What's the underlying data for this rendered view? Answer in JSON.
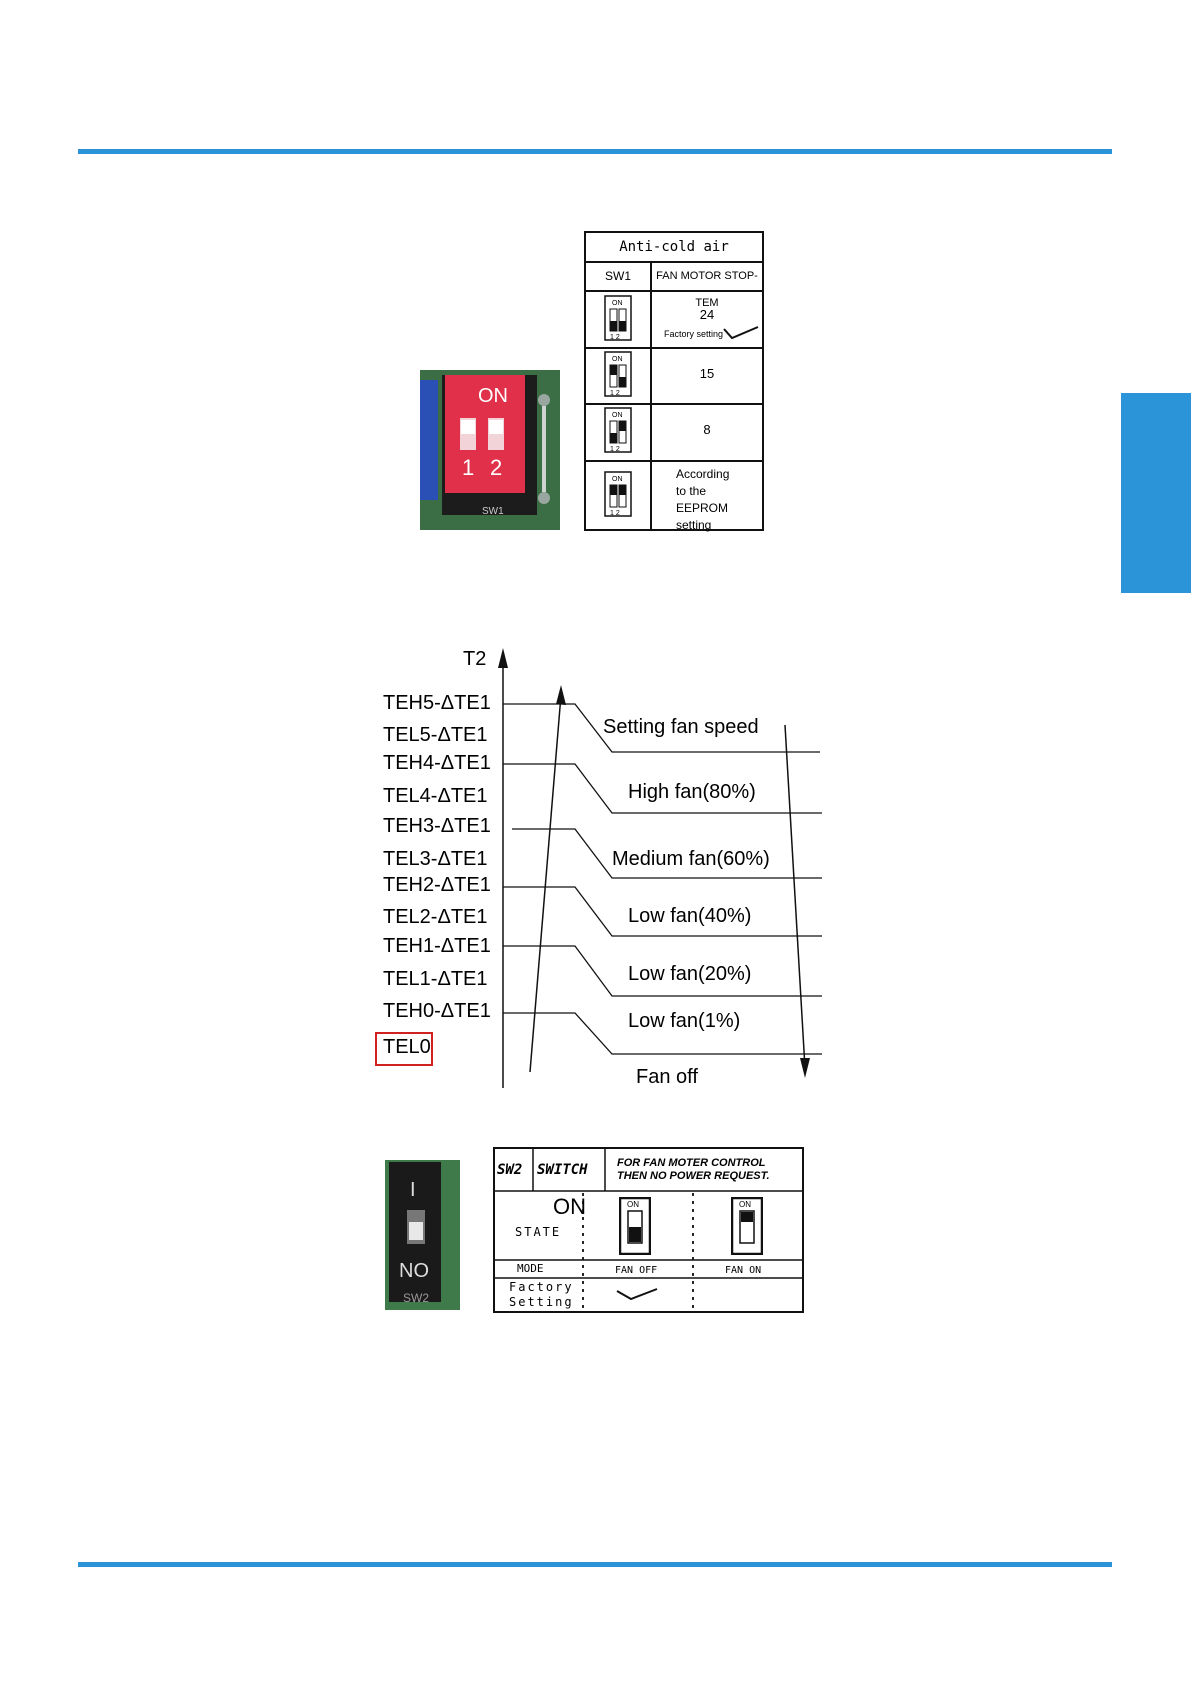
{
  "colors": {
    "accent_blue": "#2b93d8",
    "highlight_red": "#d02020",
    "switch_red": "#e0304a"
  },
  "sw1_photo": {
    "on_label": "ON",
    "pin1": "1",
    "pin2": "2",
    "board_label": "SW1"
  },
  "sw1_table": {
    "title": "Anti-cold air",
    "col_switch": "SW1",
    "col_temp": "FAN MOTOR STOP-TEM",
    "dip_on": "ON",
    "dip_pins": "1 2",
    "rows": [
      {
        "value": "24",
        "note": "Factory setting"
      },
      {
        "value": "15"
      },
      {
        "value": "8"
      },
      {
        "value_lines": [
          "According",
          "to the",
          "EEPROM",
          "setting"
        ]
      }
    ]
  },
  "fan_chart": {
    "y_axis_label": "T2",
    "left_labels": [
      "TEH5-ΔTE1",
      "TEL5-ΔTE1",
      "TEH4-ΔTE1",
      "TEL4-ΔTE1",
      "TEH3-ΔTE1",
      "TEL3-ΔTE1",
      "TEH2-ΔTE1",
      "TEL2-ΔTE1",
      "TEH1-ΔTE1",
      "TEL1-ΔTE1",
      "TEH0-ΔTE1"
    ],
    "highlighted_label": "TEL0",
    "speed_labels": [
      "Setting fan speed",
      "High fan(80%)",
      "Medium fan(60%)",
      "Low fan(40%)",
      "Low fan(20%)",
      "Low fan(1%)",
      "Fan off"
    ]
  },
  "sw2_photo": {
    "top_mark": "I",
    "bottom_mark": "NO",
    "board_label": "SW2"
  },
  "sw2_table": {
    "col1": "SW2",
    "col2": "SWITCH",
    "header_line1": "FOR FAN MOTER CONTROL",
    "header_line2": "THEN NO POWER REQUEST.",
    "on_label": "ON",
    "state_label": "STATE",
    "dip_on": "ON",
    "mode_label": "MODE",
    "mode_off": "FAN OFF",
    "mode_on": "FAN ON",
    "factory_line1": "Factory",
    "factory_line2": "Setting"
  }
}
